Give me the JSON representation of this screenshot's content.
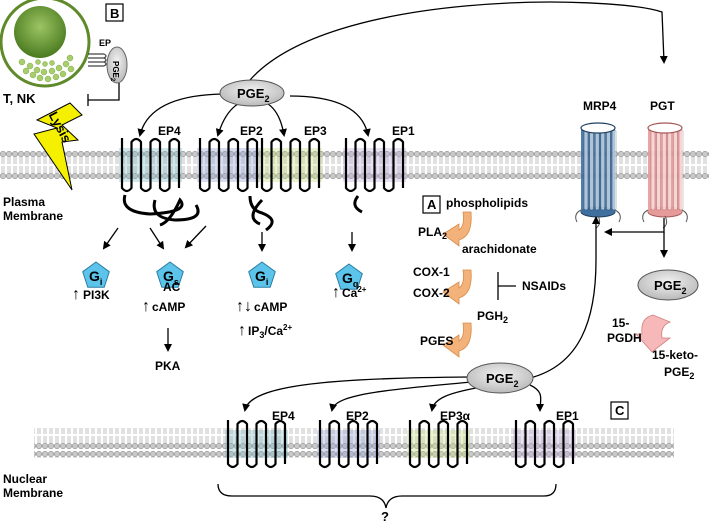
{
  "panels": {
    "a": "A",
    "b": "B",
    "c": "C"
  },
  "top_receptors": [
    "EP4",
    "EP2",
    "EP3",
    "EP1"
  ],
  "nuclear_receptors": [
    "EP4",
    "EP2",
    "EP3α",
    "EP1"
  ],
  "pge2": {
    "base": "PGE",
    "sub": "2"
  },
  "membranes": {
    "plasma": [
      "Plasma",
      "Membrane"
    ],
    "nuclear": [
      "Nuclear",
      "Membrane"
    ]
  },
  "cell_b": {
    "cell_label": "T, NK",
    "lysis": "Lysis",
    "ep": "EP",
    "pge": "PGE",
    "pge_sub": "2"
  },
  "transporters": {
    "mrp4": "MRP4",
    "pgt": "PGT"
  },
  "g_proteins": [
    {
      "base": "G",
      "sub": "i"
    },
    {
      "base": "G",
      "sub": "s"
    },
    {
      "base": "G",
      "sub": "i"
    },
    {
      "base": "G",
      "sub": "q"
    }
  ],
  "signals": {
    "pi3k": "PI3K",
    "ac": "AC",
    "camp": "cAMP",
    "pka": "PKA",
    "camp2": "cAMP",
    "ip3_base": "IP",
    "ip3_sub": "3",
    "ip3_rest": "/Ca",
    "ip3_sup": "2+",
    "ca_base": "Ca",
    "ca_sup": "2+"
  },
  "pathway": {
    "phospholipids": "phospholipids",
    "pla2_base": "PLA",
    "pla2_sub": "2",
    "arachidonate": "arachidonate",
    "cox1": "COX-1",
    "cox2": "COX-2",
    "nsaids": "NSAIDs",
    "pgh2_base": "PGH",
    "pgh2_sub": "2",
    "pges": "PGES"
  },
  "degradation": {
    "pgdh_line1": "15-",
    "pgdh_line2": "PGDH",
    "keto_line1": "15-keto-",
    "keto_line2_base": "PGE",
    "keto_line2_sub": "2"
  },
  "question": "?",
  "colors": {
    "membrane_head": "#c9c9c9",
    "gprotein": "#5cc3ea",
    "enzyme_arrow": "#f3b27a",
    "mrp4": "#3e6f9e",
    "pgt": "#e79a9a",
    "cell_green": "#7bab3f",
    "lysis_yellow": "#f4f000"
  }
}
